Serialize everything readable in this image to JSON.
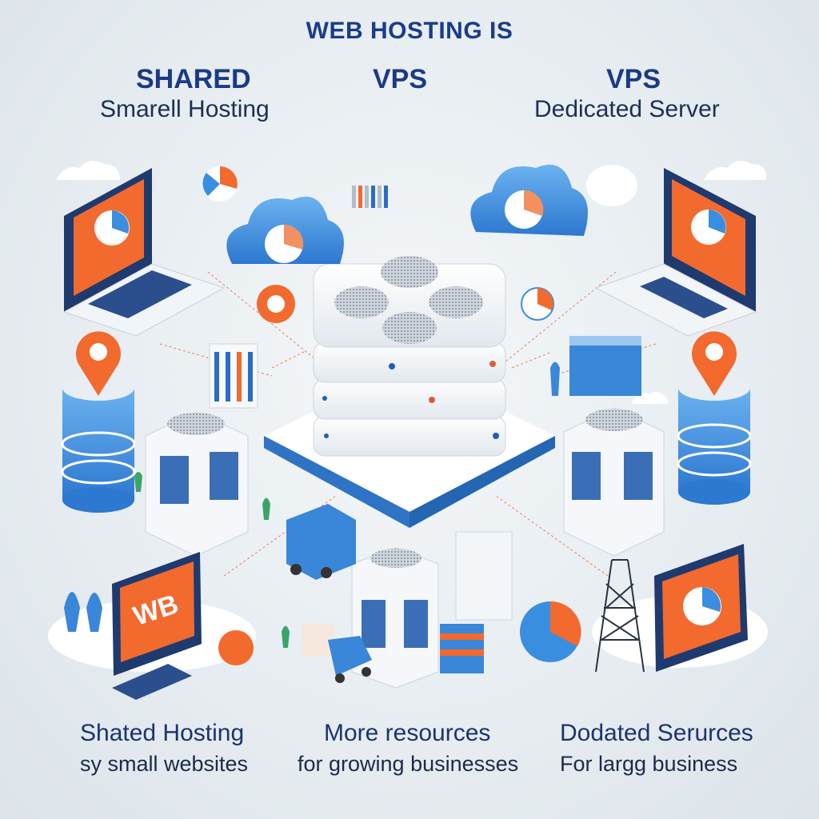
{
  "title": "WEB HOSTING IS",
  "columns": [
    {
      "heading": "SHARED",
      "subheading": "Smarell Hosting",
      "caption": "Shated Hosting",
      "caption_sub": "sy small websites"
    },
    {
      "heading": "VPS",
      "subheading": "",
      "caption": "More resources",
      "caption_sub": "for growing businesses"
    },
    {
      "heading": "VPS",
      "subheading": "Dedicated Server",
      "caption": "Dodated Serurces",
      "caption_sub": "For largɡ business"
    }
  ],
  "monitor_label": "WB",
  "colors": {
    "accent_orange": "#f26a2e",
    "accent_blue": "#3a8ee0",
    "navy": "#1b3a84",
    "server_white": "#fafcfd"
  }
}
